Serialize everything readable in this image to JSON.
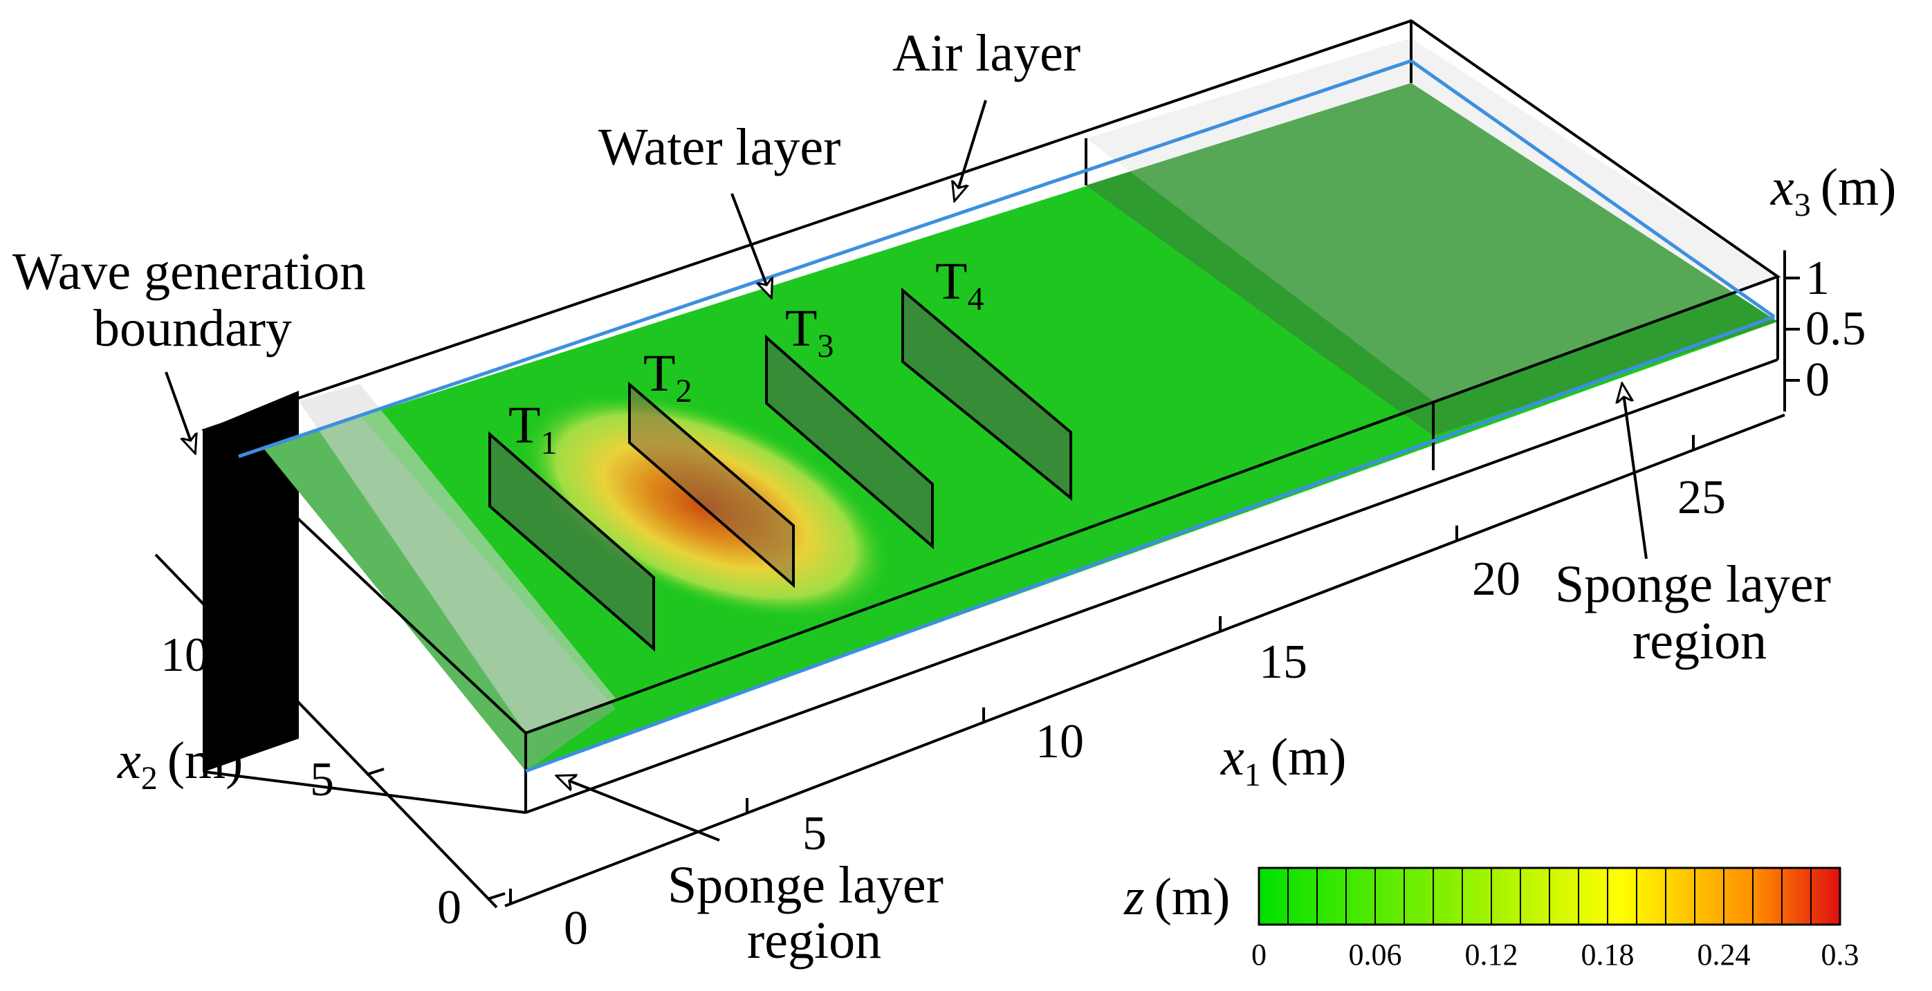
{
  "annotations": {
    "air_layer": "Air layer",
    "water_layer": "Water layer",
    "wave_generation_line1": "Wave generation",
    "wave_generation_line2": "boundary",
    "sponge_right_line1": "Sponge layer",
    "sponge_right_line2": "region",
    "sponge_left_line1": "Sponge layer",
    "sponge_left_line2": "region"
  },
  "transects": [
    {
      "letter": "T",
      "sub": "1"
    },
    {
      "letter": "T",
      "sub": "2"
    },
    {
      "letter": "T",
      "sub": "3"
    },
    {
      "letter": "T",
      "sub": "4"
    }
  ],
  "axes": {
    "x1": {
      "var": "x",
      "sub": "1",
      "unit": "(m)",
      "ticks": [
        "0",
        "5",
        "10",
        "15",
        "20",
        "25"
      ]
    },
    "x2": {
      "var": "x",
      "sub": "2",
      "unit": "(m)",
      "ticks": [
        "0",
        "5",
        "10"
      ]
    },
    "x3": {
      "var": "x",
      "sub": "3",
      "unit": "(m)",
      "ticks": [
        "0",
        "0.5",
        "1"
      ]
    }
  },
  "colorbar": {
    "var": "z",
    "unit": "(m)",
    "ticks": [
      "0",
      "0.06",
      "0.12",
      "0.18",
      "0.24",
      "0.3"
    ],
    "min": 0,
    "max": 0.3,
    "colors": [
      "#00e000",
      "#ffff00",
      "#ff9000",
      "#e01010"
    ]
  },
  "colors": {
    "water_surface": "#1fc61f",
    "sponge_surface": "#2f9c2f",
    "water_line": "#3d8fe0",
    "wave_peak": "#c84a10"
  }
}
